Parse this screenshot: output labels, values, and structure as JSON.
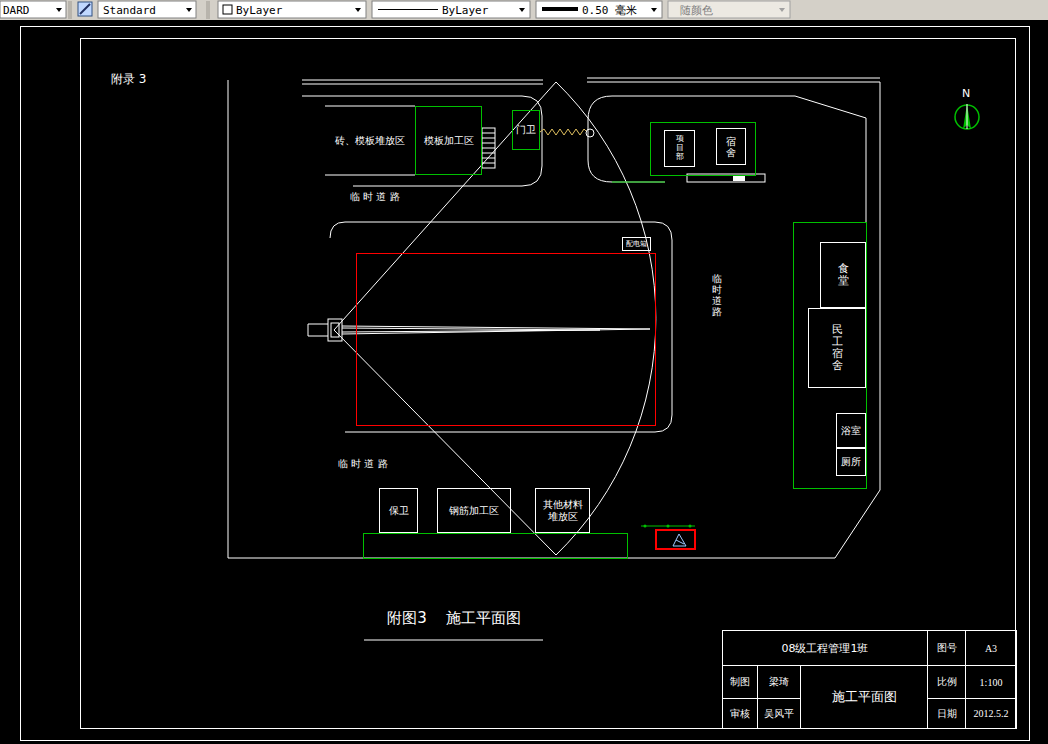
{
  "diagram": {
    "caption": "附图3    施工平面图",
    "nodes": [
      {
        "text": [
          "砖、模板堆放区"
        ]
      },
      {
        "text": [
          "模板加工区"
        ]
      },
      {
        "text": [
          "门卫"
        ]
      },
      {
        "text": [
          "项目部"
        ]
      },
      {
        "text": [
          "宿舍"
        ]
      },
      {
        "text": [
          "配电箱"
        ]
      },
      {
        "text": [
          "食堂"
        ]
      },
      {
        "text": [
          "民工宿舍"
        ]
      },
      {
        "text": [
          "浴室"
        ]
      },
      {
        "text": [
          "厕所"
        ]
      },
      {
        "text": [
          "保卫"
        ]
      },
      {
        "text": [
          "钢筋加工区"
        ]
      },
      {
        "text": [
          "其他材料堆放区"
        ]
      }
    ],
    "labels": [
      "DARD",
      "Standard",
      "ByLayer",
      "ByLayer",
      "0.50 毫米",
      "随颜色",
      "附录 3",
      "N",
      "临 时 道 路",
      "临时道路",
      "临 时 道 路",
      "08级工程管理1班",
      "图号",
      "A3",
      "制图",
      "梁琦",
      "施工平面图",
      "比例",
      "1:100",
      "审核",
      "吴风平",
      "日期",
      "2012.5.2"
    ]
  }
}
